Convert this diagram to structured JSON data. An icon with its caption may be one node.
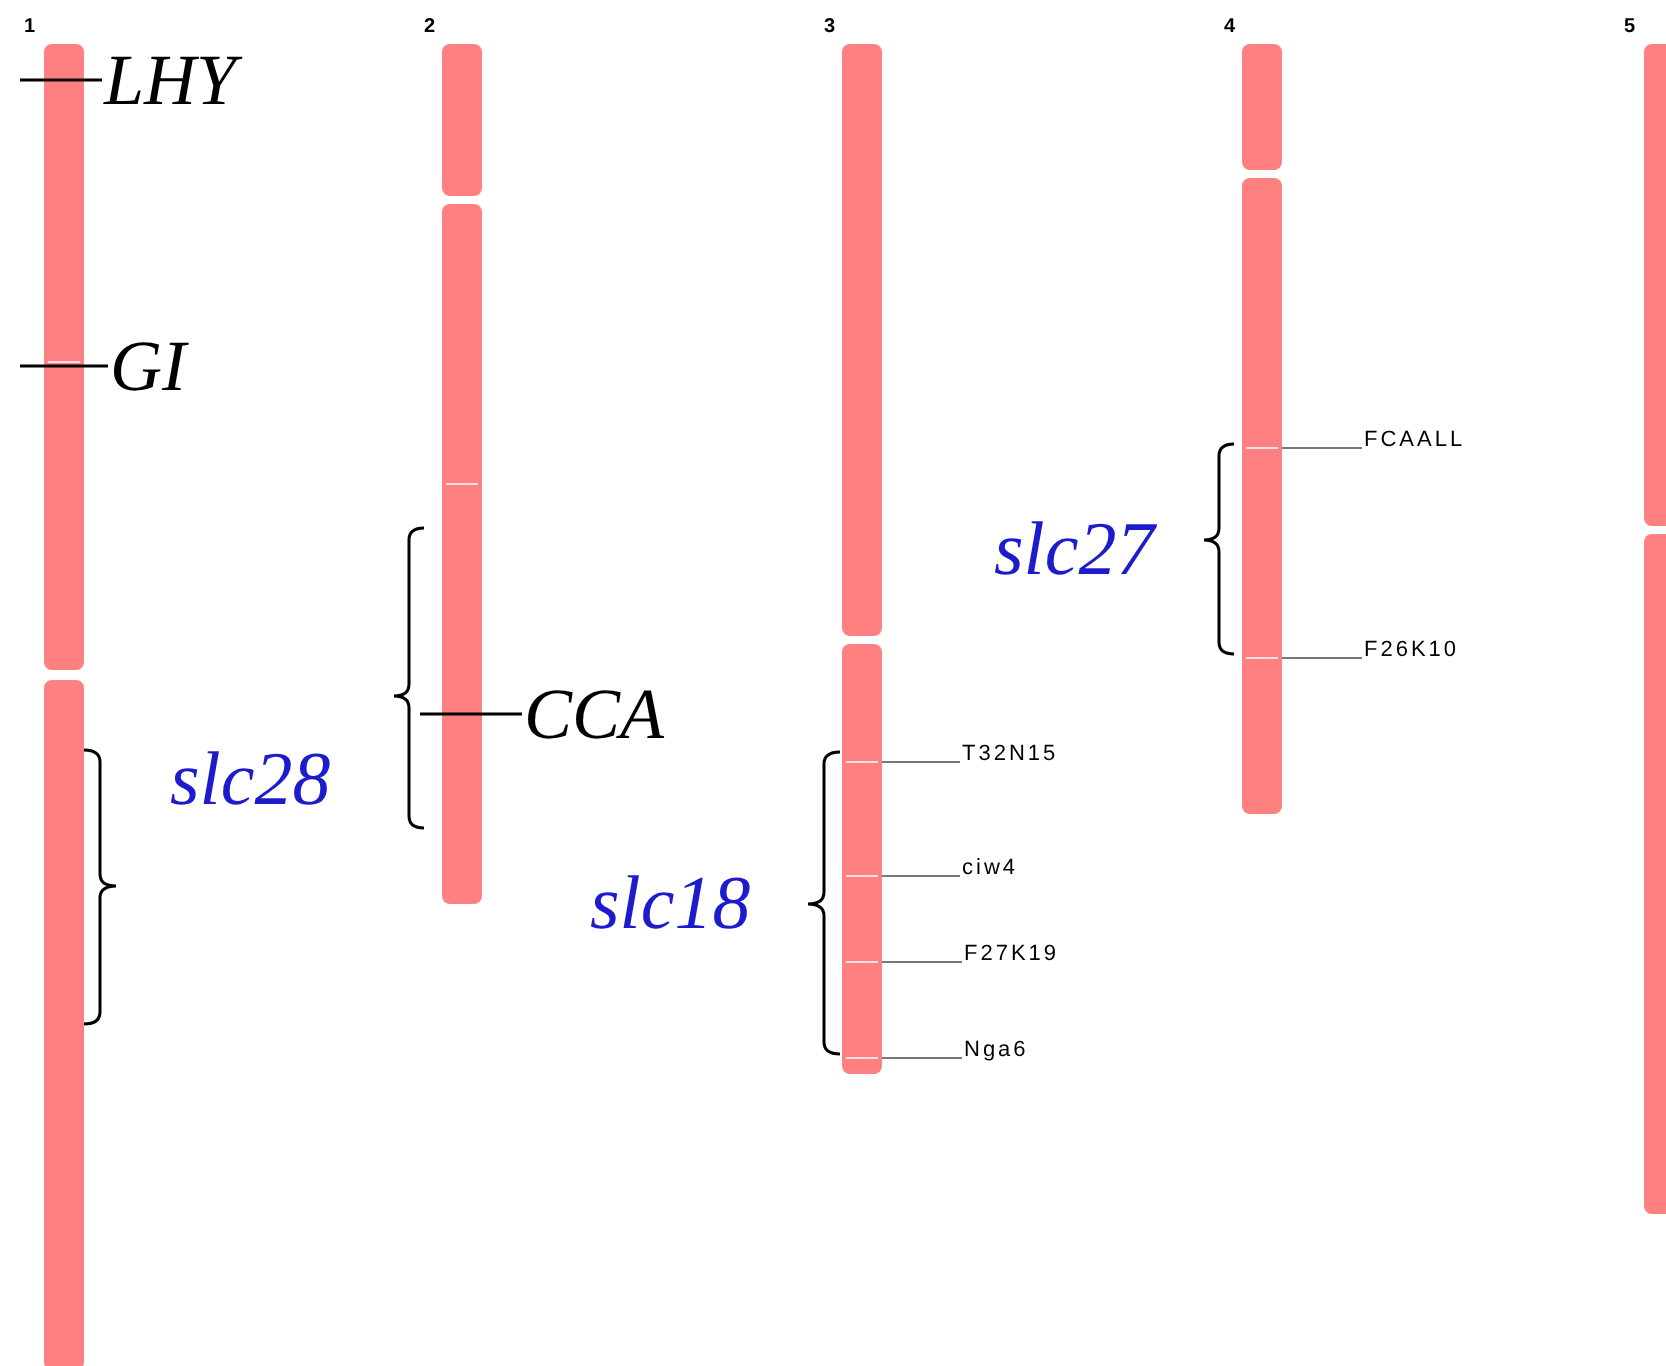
{
  "diagram": {
    "nodes": [
      {
        "text": [
          "1"
        ]
      },
      {
        "text": [
          "2"
        ]
      },
      {
        "text": [
          "3"
        ]
      },
      {
        "text": [
          "4"
        ]
      },
      {
        "text": [
          "5"
        ]
      },
      {
        "text": [
          "LHY"
        ]
      },
      {
        "text": [
          "GI"
        ]
      },
      {
        "text": [
          "CCA"
        ]
      },
      {
        "text": [
          "FCAALL"
        ]
      },
      {
        "text": [
          "F26K10"
        ]
      },
      {
        "text": [
          "T32N15"
        ]
      },
      {
        "text": [
          "ciw4"
        ]
      },
      {
        "text": [
          "F27K19"
        ]
      },
      {
        "text": [
          "Nga6"
        ]
      }
    ],
    "edges": [
      {
        "from": 5,
        "to": 0,
        "arrow": "none",
        "color": "#000000"
      },
      {
        "from": 6,
        "to": 0,
        "arrow": "none",
        "color": "#000000"
      },
      {
        "from": 7,
        "to": 1,
        "arrow": "none",
        "color": "#000000"
      },
      {
        "from": 8,
        "to": 3,
        "arrow": "none"
      },
      {
        "from": 9,
        "to": 3,
        "arrow": "none"
      },
      {
        "from": 10,
        "to": 2,
        "arrow": "none"
      },
      {
        "from": 11,
        "to": 2,
        "arrow": "none"
      },
      {
        "from": 12,
        "to": 2,
        "arrow": "none"
      },
      {
        "from": 13,
        "to": 2,
        "arrow": "none"
      }
    ],
    "labels": [
      "slc27",
      "slc28",
      "slc18"
    ]
  }
}
